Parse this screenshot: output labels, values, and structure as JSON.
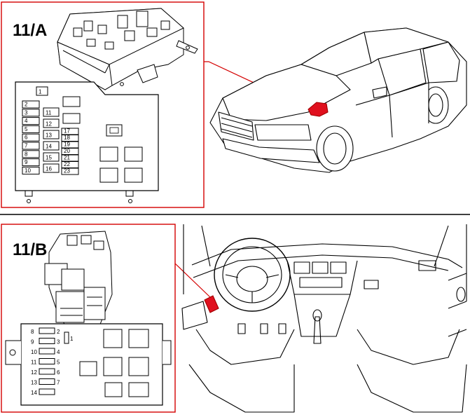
{
  "panels": {
    "a": {
      "label": "11/A"
    },
    "b": {
      "label": "11/B"
    }
  },
  "fuse_box_a": {
    "top_fuse": "1",
    "left_column": [
      "2",
      "3",
      "4",
      "5",
      "6",
      "7",
      "8",
      "9",
      "10"
    ],
    "middle_column": [
      "11",
      "12",
      "13",
      "14",
      "15",
      "16"
    ],
    "right_column": [
      "17",
      "18",
      "19",
      "20",
      "21",
      "22",
      "23"
    ]
  },
  "fuse_box_b": {
    "left_column": [
      "8",
      "9",
      "10",
      "11",
      "12",
      "13",
      "14"
    ],
    "right_column": [
      "2",
      "3",
      "4",
      "5",
      "6",
      "7"
    ],
    "single_fuse": "1"
  },
  "colors": {
    "frame": "#d40000",
    "highlight": "#e0101e",
    "line": "#000000"
  },
  "icons": [
    "fuse-box-engine-bay-icon",
    "car-illustration-icon",
    "fuse-box-dashboard-icon",
    "dashboard-interior-icon"
  ]
}
